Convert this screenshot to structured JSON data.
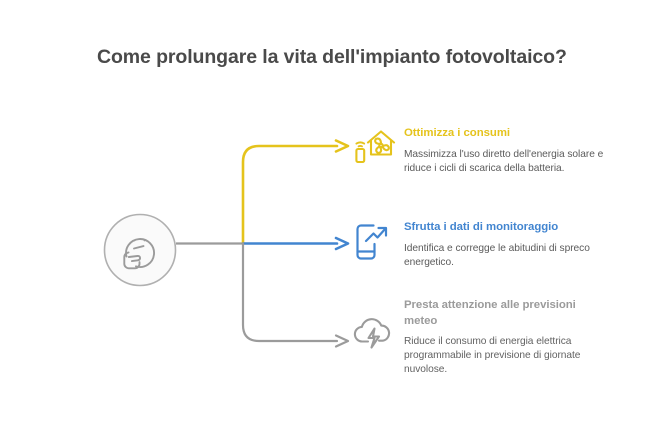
{
  "page": {
    "title": "Come prolungare la vita dell'impianto fotovoltaico?",
    "background_color": "#ffffff",
    "title_color": "#4a4a4a"
  },
  "central_node": {
    "icon": "thinking-face-icon",
    "circle_fill": "#fafafa",
    "circle_stroke": "#9b9b9b"
  },
  "connectors": [
    {
      "name": "connector-consumi",
      "color": "#e5c31c",
      "target": "Ottimizza i consumi"
    },
    {
      "name": "connector-monitoraggio",
      "color": "#4285d0",
      "target": "Sfrutta i dati di monitoraggio"
    },
    {
      "name": "connector-meteo",
      "color": "#9b9b9b",
      "target": "Presta attenzione alle previsioni meteo"
    }
  ],
  "branches": [
    {
      "id": "consumi",
      "icon": "smart-home-icon",
      "heading": "Ottimizza i consumi",
      "body": "Massimizza l'uso diretto dell'energia solare e riduce i cicli di scarica della batteria.",
      "color": "#e5c31c"
    },
    {
      "id": "monitoraggio",
      "icon": "phone-trending-up-icon",
      "heading": "Sfrutta i dati di monitoraggio",
      "body": "Identifica e corregge le abitudini di spreco energetico.",
      "color": "#4285d0"
    },
    {
      "id": "meteo",
      "icon": "cloud-lightning-icon",
      "heading": "Presta attenzione alle previsioni meteo",
      "body": "Riduce il consumo di energia elettrica programmabile in previsione di giornate nuvolose.",
      "color": "#9b9b9b"
    }
  ]
}
